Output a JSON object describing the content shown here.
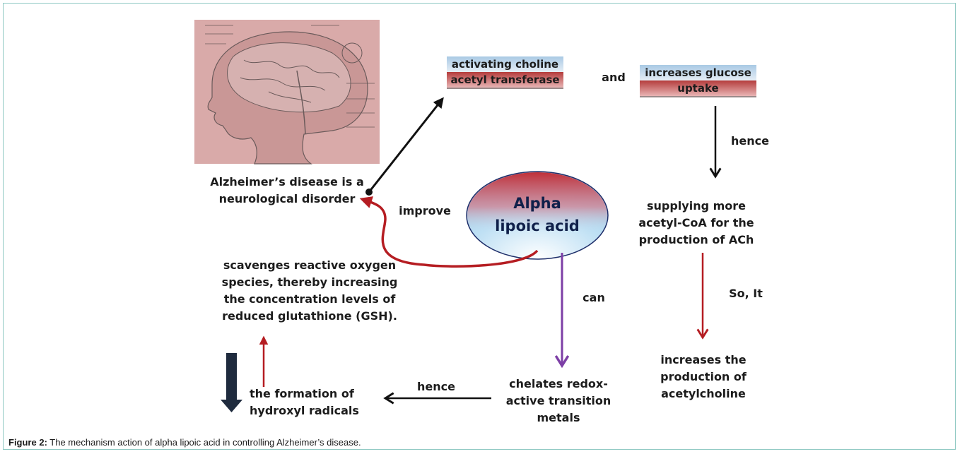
{
  "diagram": {
    "brain_image_alt": "brain-illustration",
    "alzheimers": [
      "Alzheimer’s disease  is a",
      "neurological  disorder"
    ],
    "activating": {
      "line1": "activating choline",
      "line2": "acetyl transferase"
    },
    "and_label": "and",
    "glucose": {
      "line1": "increases glucose",
      "line2": "uptake"
    },
    "hence_top": "hence",
    "alpha": [
      "Alpha",
      "lipoic acid"
    ],
    "improve_label": "improve",
    "supplying": [
      "supplying more",
      "acetyl-CoA for the",
      "production of ACh"
    ],
    "scavenges": [
      "scavenges reactive oxygen",
      "species, thereby increasing",
      "the concentration levels of",
      "reduced glutathione (GSH)."
    ],
    "can_label": "can",
    "so_it_label": "So, It",
    "increases_ach": [
      "increases the",
      "production of",
      "acetylcholine"
    ],
    "hence_bottom": "hence",
    "chelates": [
      "chelates redox-",
      "active transition",
      "metals"
    ],
    "formation": [
      "the formation of",
      "hydroxyl radicals"
    ]
  },
  "caption": {
    "label": "Figure 2:",
    "text": " The mechanism action of alpha lipoic acid in controlling Alzheimer’s disease."
  },
  "colors": {
    "ellipse_top": "#c0313a",
    "ellipse_bottom": "#bfe0f4",
    "red_arrow": "#b51d22",
    "purple_arrow": "#7d3fa6",
    "black_arrow": "#111111",
    "frame": "#8fc9c3"
  }
}
